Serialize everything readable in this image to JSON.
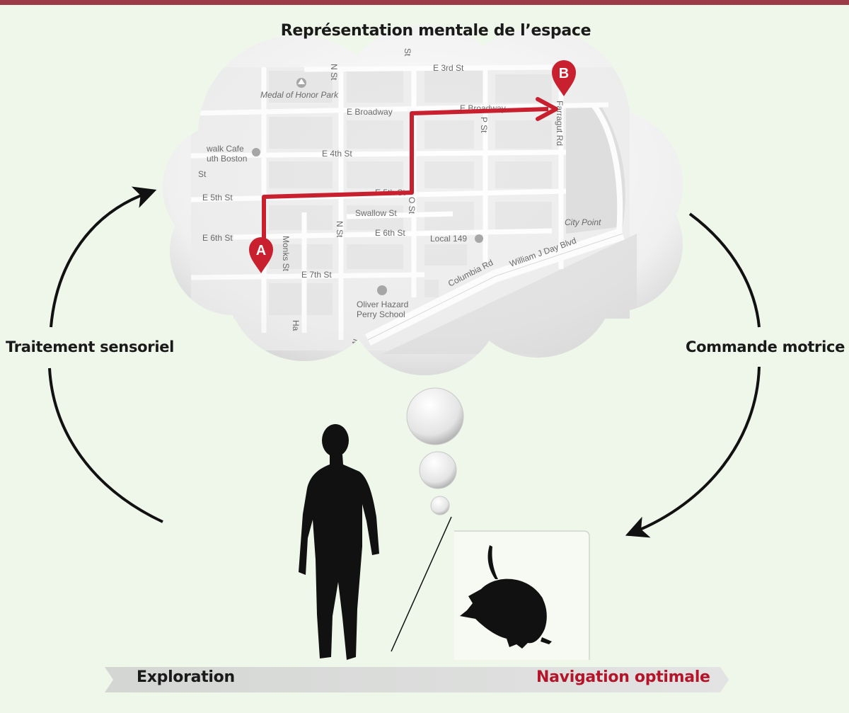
{
  "title": "Représentation mentale de l’espace",
  "left_label": "Traitement sensoriel",
  "right_label": "Commande motrice",
  "bottom_bar": {
    "start_label": "Exploration",
    "end_label": "Navigation optimale"
  },
  "map": {
    "markers": {
      "start": "A",
      "end": "B"
    },
    "streets": {
      "e3rd": "E 3rd St",
      "ebroadway": "E Broadway",
      "ebroadway2": "E Broadway",
      "e4th": "E 4th St",
      "e5th": "E 5th St",
      "e5th2": "E 5th St",
      "e6th": "E 6th St",
      "e6th2": "E 6th St",
      "e7th": "E 7th St",
      "swallow": "Swallow St",
      "nst": "N St",
      "nst2": "N St",
      "ost": "O St",
      "pst": "P St",
      "monks": "Monks St",
      "farragut": "Farragut Rd",
      "columbia": "Columbia Rd",
      "williamj": "William J Day Blvd",
      "st_frag": "St",
      "st_frag2": "St",
      "ha_frag": "Ha",
      "blvd_frag": "lvd"
    },
    "pois": {
      "medal": "Medal of Honor Park",
      "cafe1": "walk Cafe",
      "cafe2": "uth Boston",
      "local": "Local 149",
      "citypoint": "City Point",
      "school1": "Oliver Hazard",
      "school2": "Perry School"
    }
  },
  "colors": {
    "route": "#c8202f",
    "marker": "#c8202f",
    "accent_bar": "#9c3b48",
    "background": "#eff6ea",
    "nav_label": "#b5152b"
  },
  "icons": [
    "person-silhouette",
    "rat-silhouette",
    "thought-bubble",
    "location-pin"
  ]
}
